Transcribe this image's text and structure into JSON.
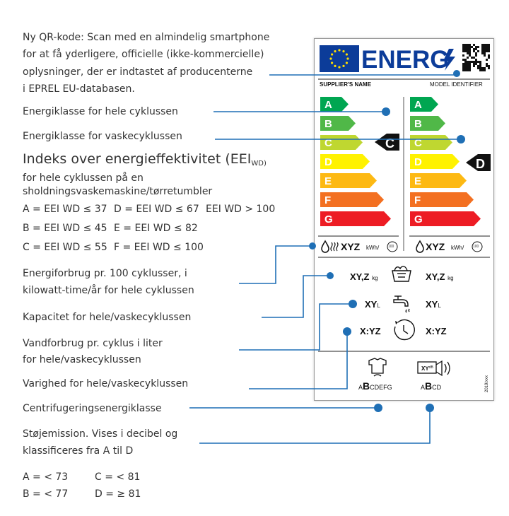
{
  "annotations": {
    "qr": [
      "Ny QR-kode: Scan med en almindelig smartphone",
      "for at få yderligere, officielle (ikke-kommercielle)",
      "oplysninger, der er indtastet af producenterne",
      "i  EPREL EU-databasen."
    ],
    "class_full": "Energiklasse for hele cyklussen",
    "class_wash": "Energiklasse for vaskecyklussen",
    "eei_title": "Indeks over energieffektivitet (EEI",
    "eei_sub": "WD)",
    "eei_desc": [
      "for hele cyklussen på en",
      "sholdningsvaskemaskine/tørretumbler"
    ],
    "eei_table": [
      [
        "A = EEI WD ≤ 37",
        "D = EEI WD ≤ 67",
        "EEI WD > 100"
      ],
      [
        "B = EEI WD ≤ 45",
        "E = EEI WD ≤ 82",
        ""
      ],
      [
        "C = EEI WD ≤ 55",
        "F = EEI WD ≤ 100",
        ""
      ]
    ],
    "energy": [
      "Energiforbrug pr. 100 cyklusser, i",
      "kilowatt-time/år for hele cyklussen"
    ],
    "capacity": "Kapacitet for hele/vaskecyklussen",
    "water": [
      "Vandforbrug pr. cyklus i liter",
      "for hele/vaskecyklussen"
    ],
    "duration": "Varighed for hele/vaskecyklussen",
    "spin": "Centrifugeringsenergiklasse",
    "noise": [
      "Støjemission. Vises i decibel og",
      "klassificeres fra A til D"
    ],
    "noise_table": [
      [
        "A = < 73",
        "C = < 81"
      ],
      [
        "B = < 77",
        "D = ≥ 81"
      ]
    ]
  },
  "label": {
    "title": "ENERG",
    "supplier": "SUPPLIER'S NAME",
    "model": "MODEL IDENTIFIER",
    "classes": [
      "A",
      "B",
      "C",
      "D",
      "E",
      "F",
      "G"
    ],
    "left_rating": "C",
    "right_rating": "D",
    "energy_left": "XYZ",
    "energy_right": "XYZ",
    "energy_unit": "kWh/",
    "energy_per": "100",
    "capacity_left": "XY,Z",
    "capacity_right": "XY,Z",
    "capacity_unit": "kg",
    "water_left": "XY",
    "water_right": "XY",
    "water_unit": "L",
    "duration_left": "X:YZ",
    "duration_right": "X:YZ",
    "spin_scale_pre": "A",
    "spin_scale_sel": "B",
    "spin_scale_post": "CDEFG",
    "noise_scale_pre": "A",
    "noise_scale_sel": "B",
    "noise_scale_post": "CD",
    "noise_icon_text": "XY",
    "noise_icon_unit": "dB",
    "regulation": "2019/xxx"
  },
  "colors": {
    "accent": "#1f6fb5",
    "class_colors": [
      "#00a651",
      "#50b848",
      "#bfd730",
      "#fff200",
      "#fdb913",
      "#f37021",
      "#ed1c24"
    ],
    "eu_blue": "#0c3c99",
    "eu_star": "#ffde00"
  }
}
